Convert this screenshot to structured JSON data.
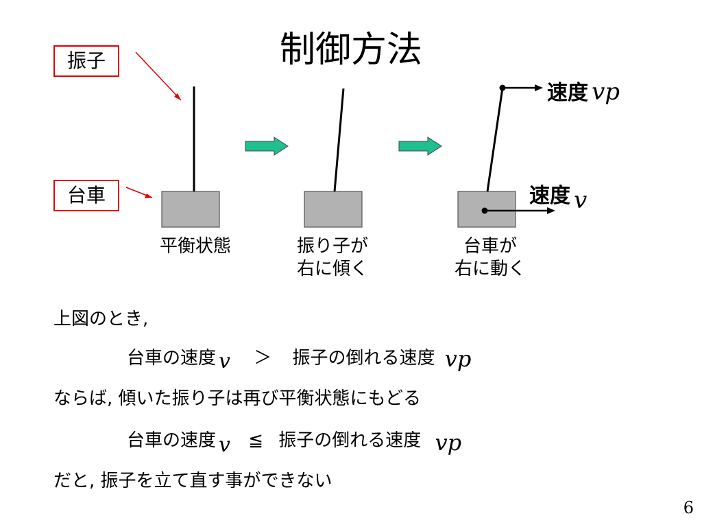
{
  "title": "制御方法",
  "labels": {
    "pendulum": "振子",
    "cart": "台車"
  },
  "captions": {
    "state1": "平衡状態",
    "state2_line1": "振り子が",
    "state2_line2": "右に傾く",
    "state3_line1": "台車が",
    "state3_line2": "右に動く"
  },
  "speeds": {
    "pendulum_speed_label": "速度",
    "pendulum_speed_var": "vp",
    "cart_speed_label": "速度",
    "cart_speed_var": "v"
  },
  "body": {
    "line1": "上図のとき,",
    "cond1_left": "台車の速度",
    "cond1_var_v": "v",
    "cond1_op": "＞",
    "cond1_right": "振子の倒れる速度",
    "cond1_var_vp": "vp",
    "line3": "ならば, 傾いた振り子は再び平衡状態にもどる",
    "cond2_left": "台車の速度",
    "cond2_var_v": "v",
    "cond2_op": "≦",
    "cond2_right": "振子の倒れる速度",
    "cond2_var_vp": "vp",
    "line5": "だと, 振子を立て直す事ができない"
  },
  "page_number": "6",
  "colors": {
    "label_border": "#e00000",
    "arrow_fill": "#1fbf8f",
    "cart_fill": "#b2b2b2"
  }
}
